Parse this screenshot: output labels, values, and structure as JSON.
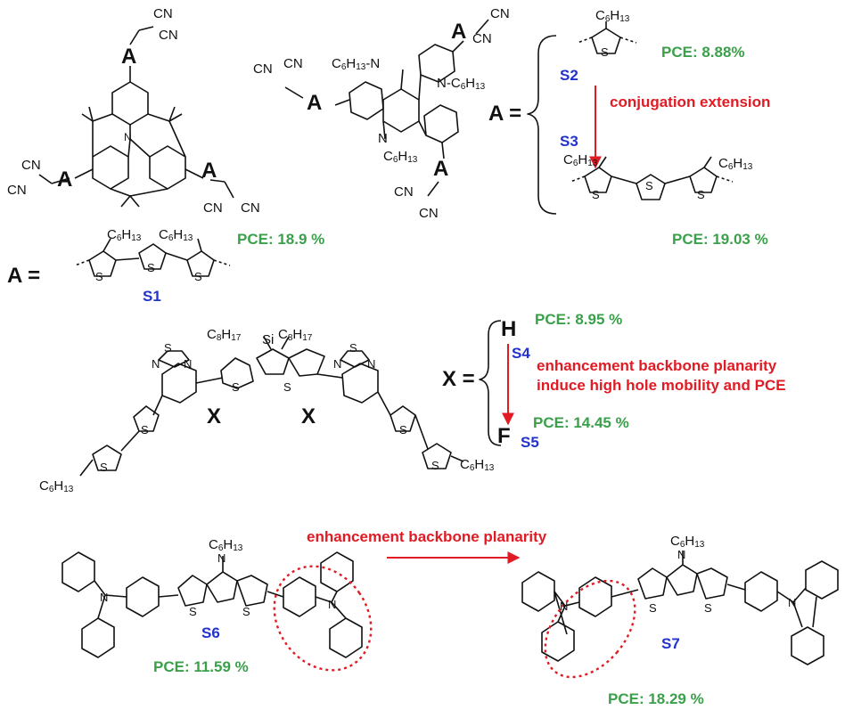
{
  "colors": {
    "pce": "#3aa04a",
    "label": "#2233cc",
    "note": "#e01b24",
    "bond": "#111111"
  },
  "atoms": {
    "cn": "CN",
    "n": "N",
    "s": "S",
    "si": "Si",
    "h": "H",
    "f": "F",
    "hexyl_base": "C",
    "hexyl_c": "6",
    "hexyl_h": "H",
    "hexyl_h_n": "13",
    "octyl_base": "C",
    "octyl_c": "8",
    "octyl_h": "H",
    "octyl_h_n": "17",
    "a_atom": "A",
    "x_atom": "X"
  },
  "top_left": {
    "pce": "PCE:  18.9 %",
    "a_eq": "A =",
    "s1": "S1"
  },
  "top_right": {
    "a_eq": "A =",
    "s2": "S2",
    "s2_pce": "PCE:  8.88%",
    "arrow_note": "conjugation extension",
    "s3": "S3",
    "s3_pce": "PCE:  19.03 %"
  },
  "middle": {
    "x_eq": "X =",
    "h": "H",
    "h_pce": "PCE:   8.95 %",
    "s4": "S4",
    "note1": "enhancement backbone planarity",
    "note2": "induce high hole mobility and PCE",
    "f": "F",
    "f_pce": "PCE:   14.45 %",
    "s5": "S5"
  },
  "bottom": {
    "arrow_note": "enhancement backbone planarity",
    "s6": "S6",
    "s6_pce": "PCE:  11.59 %",
    "s7": "S7",
    "s7_pce": "PCE:  18.29 %"
  }
}
